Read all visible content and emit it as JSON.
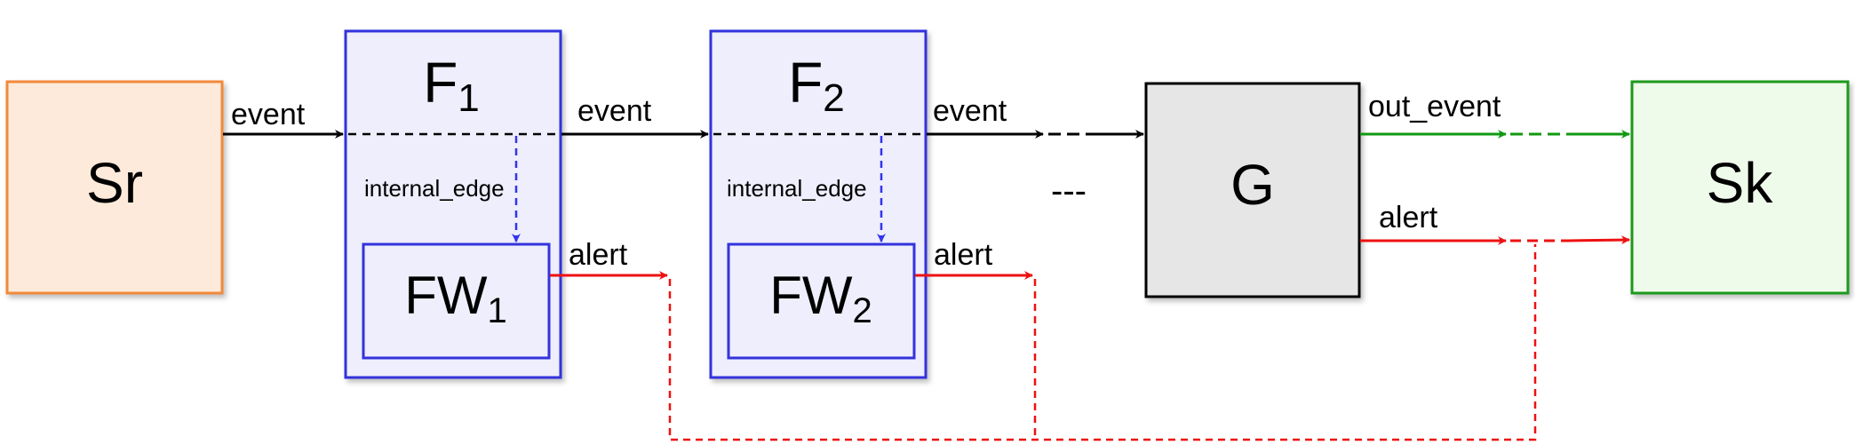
{
  "nodes": {
    "source": {
      "label": "Sr",
      "fill": "#fdeada",
      "stroke": "#f2893b"
    },
    "filter1": {
      "label": "F",
      "sub": "1",
      "fill": "#eeeefc",
      "stroke": "#3333dd"
    },
    "fw1": {
      "label": "FW",
      "sub": "1"
    },
    "filter2": {
      "label": "F",
      "sub": "2",
      "fill": "#eeeefc",
      "stroke": "#3333dd"
    },
    "fw2": {
      "label": "FW",
      "sub": "2"
    },
    "group": {
      "label": "G",
      "fill": "#e6e6e6",
      "stroke": "#000000"
    },
    "sink": {
      "label": "Sk",
      "fill": "#eefbea",
      "stroke": "#1e9a1e"
    }
  },
  "edges": {
    "event1": "event",
    "event2": "event",
    "event3": "event",
    "internal1": "internal_edge",
    "internal2": "internal_edge",
    "alert1": "alert",
    "alert2": "alert",
    "alert3": "alert",
    "out_event": "out_event"
  },
  "ellipsis": "---",
  "colors": {
    "event": "#000000",
    "alert": "#ee1111",
    "internal": "#3333ee",
    "out_event": "#119911"
  }
}
